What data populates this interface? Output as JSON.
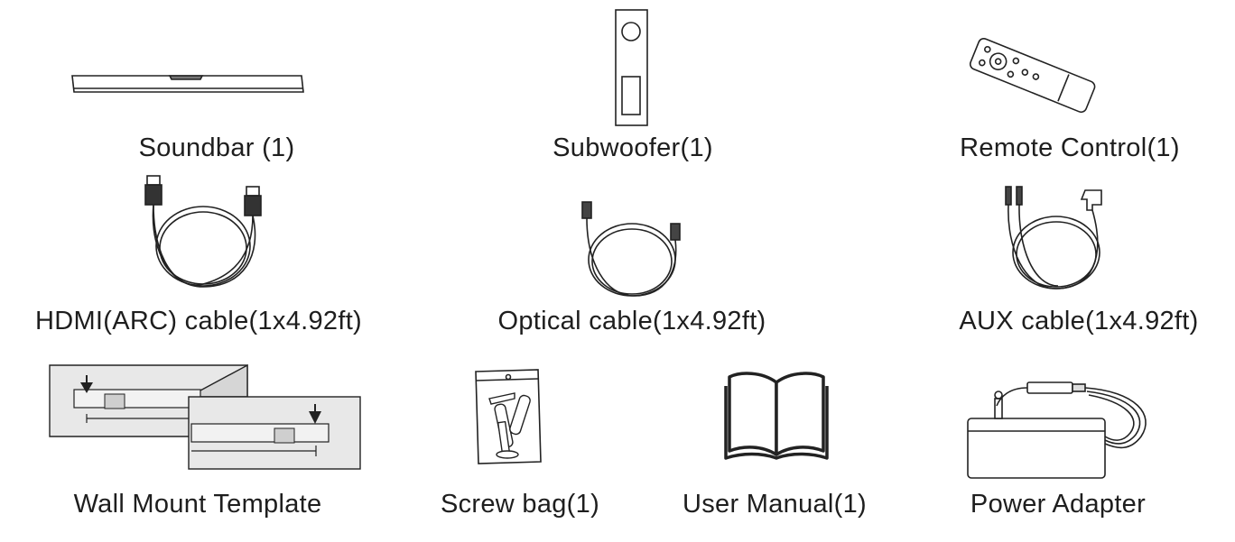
{
  "items": {
    "soundbar": "Soundbar  (1)",
    "subwoofer": "Subwoofer(1)",
    "remote": "Remote Control(1)",
    "hdmi": "HDMI(ARC) cable(1x4.92ft)",
    "optical": "Optical cable(1x4.92ft)",
    "aux": "AUX cable(1x4.92ft)",
    "wall_template": "Wall Mount Template",
    "screw_bag": "Screw bag(1)",
    "manual": "User Manual(1)",
    "power_adapter": "Power Adapter"
  },
  "icons": [
    "soundbar-icon",
    "subwoofer-icon",
    "remote-control-icon",
    "hdmi-cable-icon",
    "optical-cable-icon",
    "aux-cable-icon",
    "wall-template-icon",
    "screw-bag-icon",
    "manual-icon",
    "power-adapter-icon"
  ]
}
